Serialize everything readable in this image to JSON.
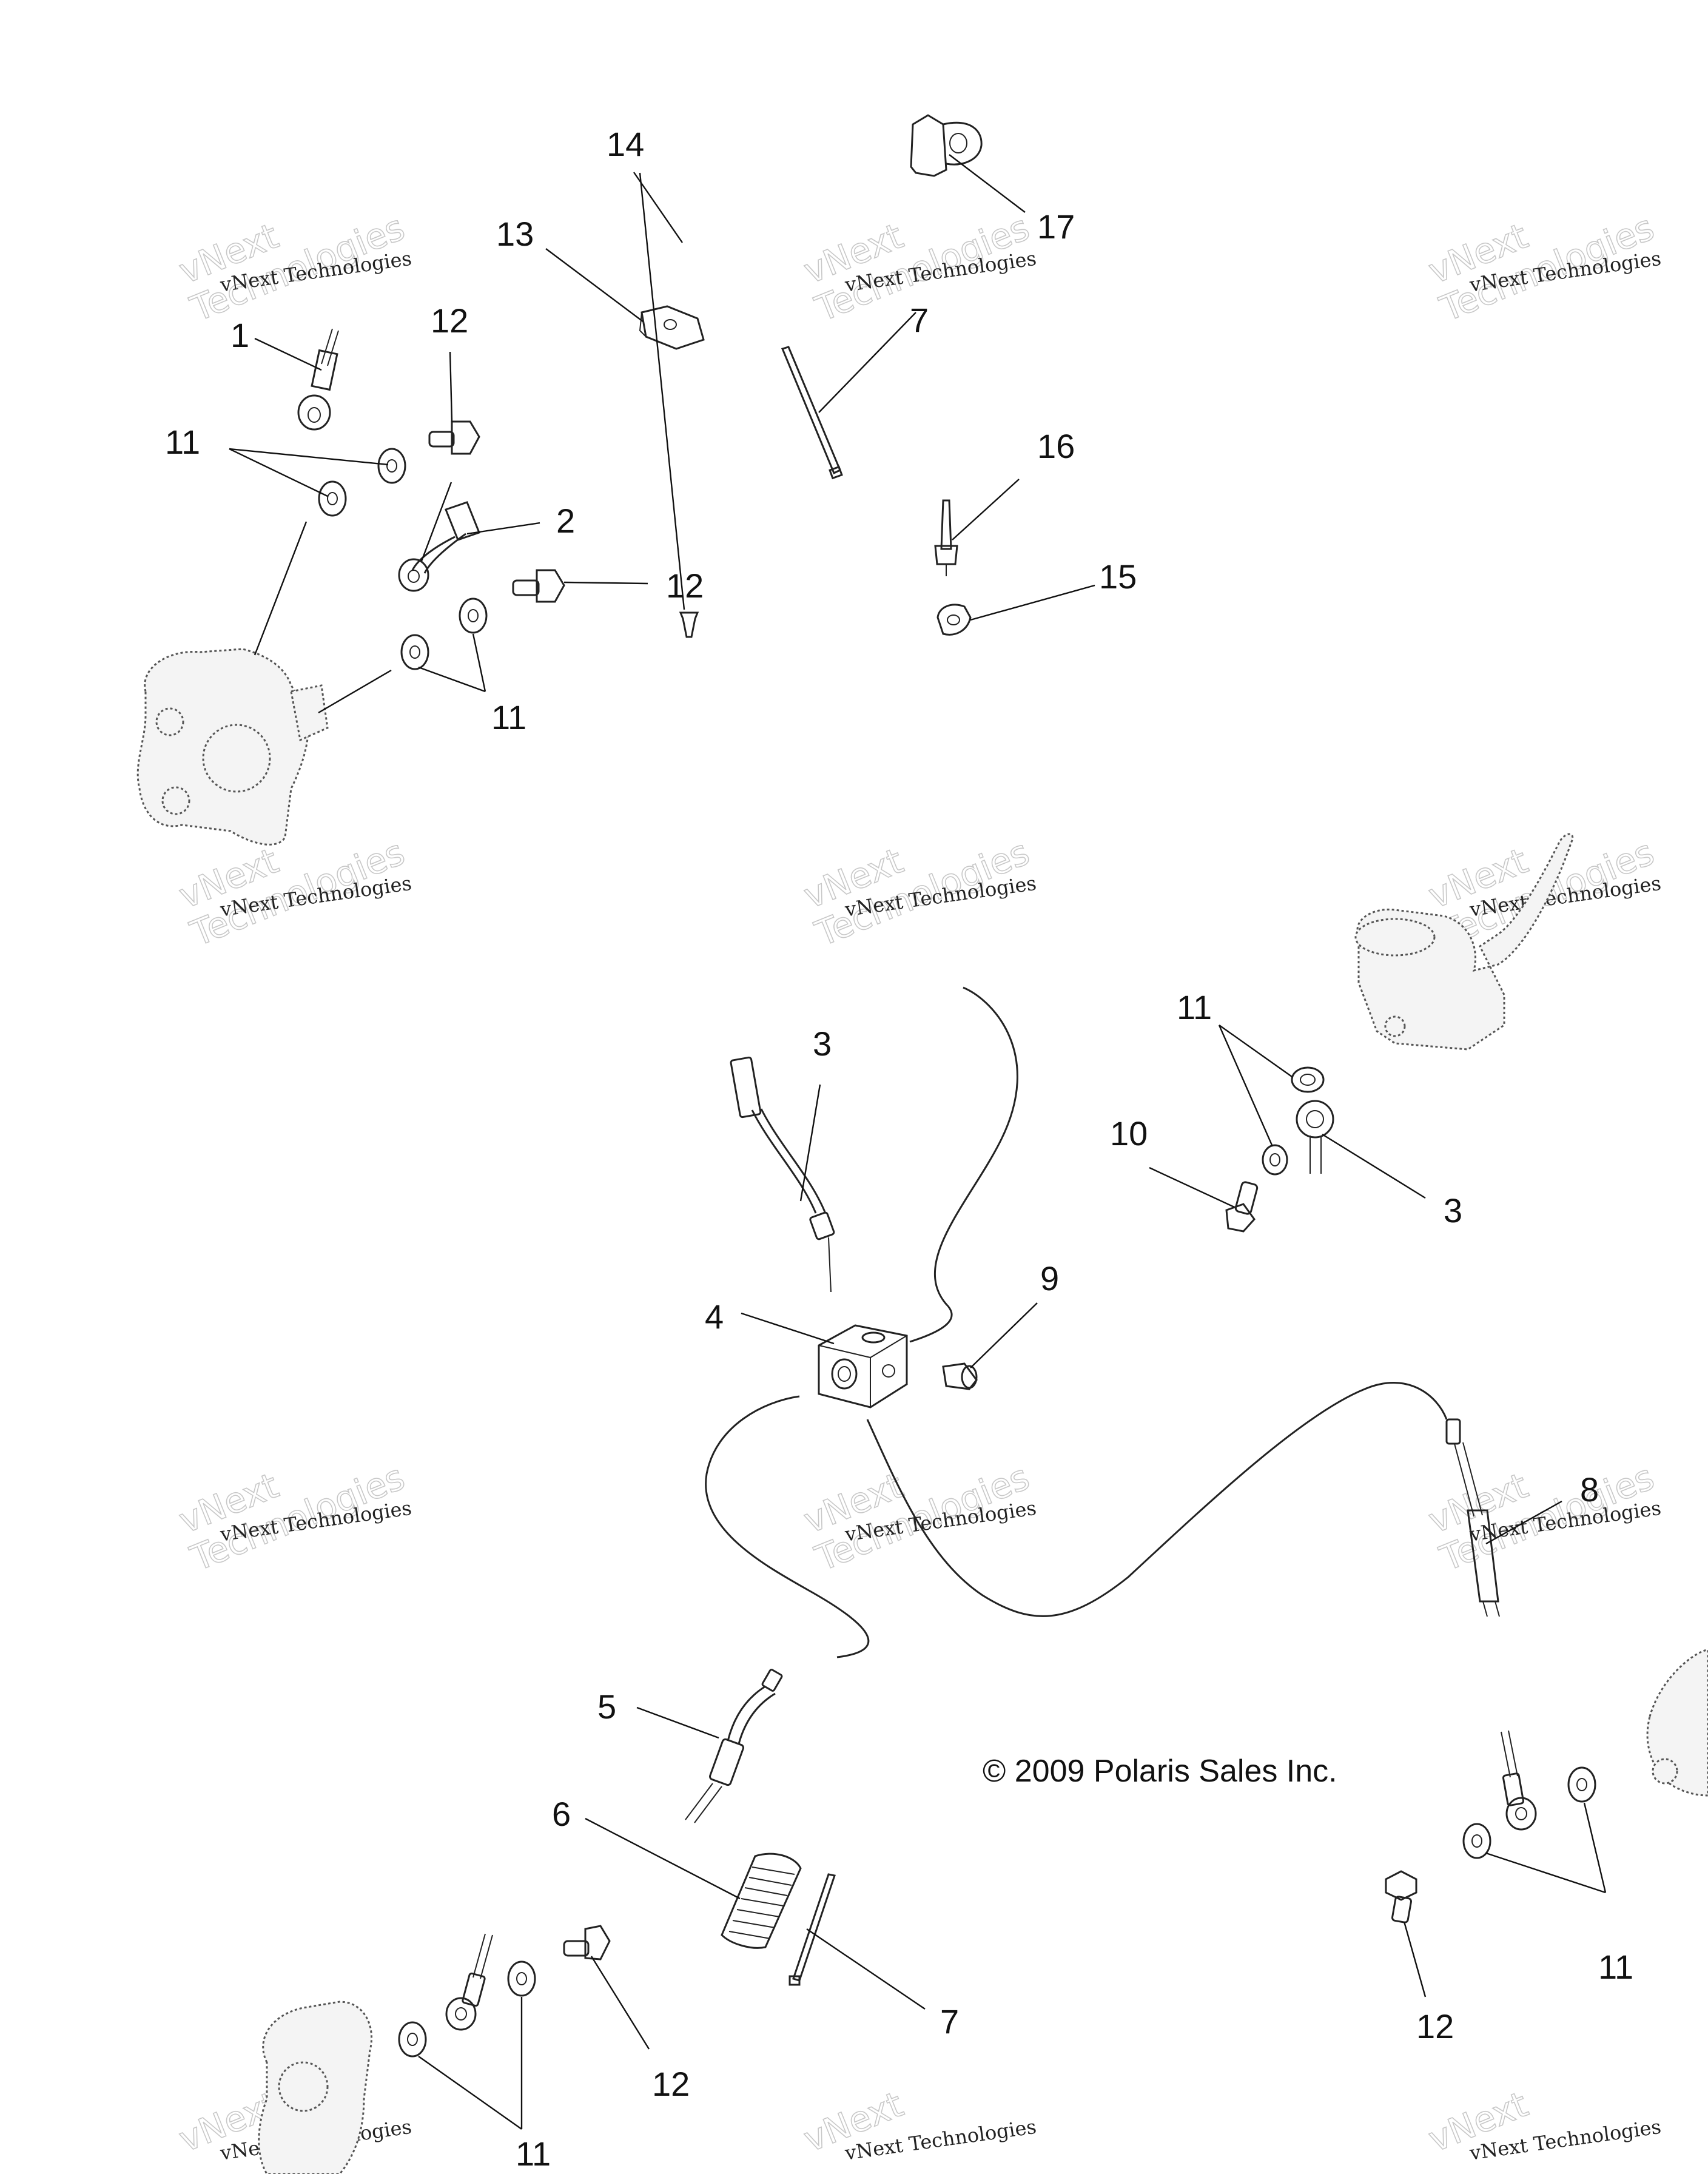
{
  "copyright": "© 2009 Polaris Sales Inc.",
  "watermark": {
    "line1": "vNext Technologies",
    "line2": "vNext\nTechnologies"
  },
  "callouts": [
    {
      "id": "c1",
      "label": "1"
    },
    {
      "id": "c2",
      "label": "2"
    },
    {
      "id": "c3a",
      "label": "3"
    },
    {
      "id": "c3b",
      "label": "3"
    },
    {
      "id": "c4",
      "label": "4"
    },
    {
      "id": "c5",
      "label": "5"
    },
    {
      "id": "c6",
      "label": "6"
    },
    {
      "id": "c7a",
      "label": "7"
    },
    {
      "id": "c7b",
      "label": "7"
    },
    {
      "id": "c8",
      "label": "8"
    },
    {
      "id": "c9",
      "label": "9"
    },
    {
      "id": "c10",
      "label": "10"
    },
    {
      "id": "c11a",
      "label": "11"
    },
    {
      "id": "c11b",
      "label": "11"
    },
    {
      "id": "c11c",
      "label": "11"
    },
    {
      "id": "c11d",
      "label": "11"
    },
    {
      "id": "c11e",
      "label": "11"
    },
    {
      "id": "c12a",
      "label": "12"
    },
    {
      "id": "c12b",
      "label": "12"
    },
    {
      "id": "c12c",
      "label": "12"
    },
    {
      "id": "c12d",
      "label": "12"
    },
    {
      "id": "c13",
      "label": "13"
    },
    {
      "id": "c14",
      "label": "14"
    },
    {
      "id": "c15",
      "label": "15"
    },
    {
      "id": "c16",
      "label": "16"
    },
    {
      "id": "c17",
      "label": "17"
    }
  ]
}
